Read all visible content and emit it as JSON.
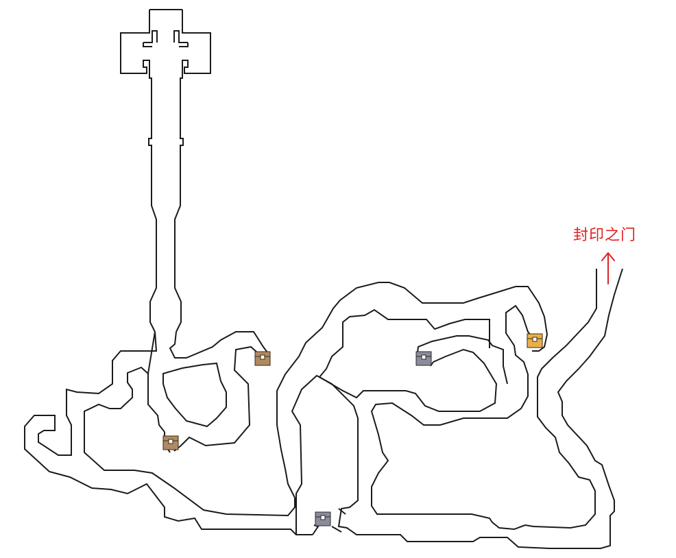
{
  "map": {
    "gate_label": "封印之门",
    "gate_color": "#e02020",
    "wall_color": "#1a1a1a",
    "background": "#ffffff"
  },
  "chests": [
    {
      "name": "chest-brown-top",
      "kind": "bronze",
      "color": "#b08a60"
    },
    {
      "name": "chest-brown-bottom",
      "kind": "bronze",
      "color": "#b08a60"
    },
    {
      "name": "chest-grey-middle",
      "kind": "silver",
      "color": "#8a8c9a"
    },
    {
      "name": "chest-grey-bottom",
      "kind": "silver",
      "color": "#8a8c9a"
    },
    {
      "name": "chest-gold",
      "kind": "gold",
      "color": "#e8b04a"
    }
  ],
  "icons": {
    "gate_arrow": "arrow-up-icon",
    "chest": "treasure-chest-icon"
  }
}
